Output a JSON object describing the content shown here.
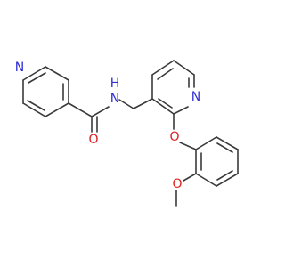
{
  "molecule": {
    "atom_labels": {
      "n_pyridine_left": "N",
      "amide_nh_n": "N",
      "amide_nh_h": "H",
      "carbonyl_o": "O",
      "n_pyridine_right": "N",
      "ether_o": "O",
      "methoxy_o": "O"
    },
    "colors": {
      "bond": "#3a3a3a",
      "nitrogen": "#2f2fd6",
      "oxygen": "#e02020"
    }
  }
}
